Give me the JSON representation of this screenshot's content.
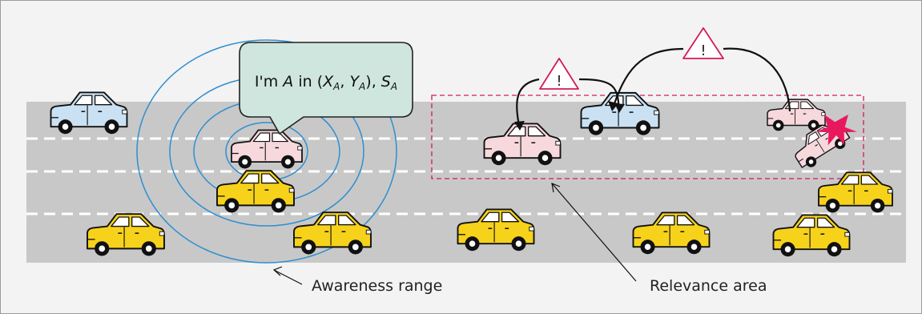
{
  "colors": {
    "road": "#c8c8c9",
    "lane_marking": "#ffffff",
    "range_rings": "#2f8fce",
    "relevance_border": "#d6185a",
    "bubble_fill": "#cfe6de",
    "warning_border": "#d6185a",
    "crash_star": "#e8185f",
    "car_pink": "#f7d8dd",
    "car_blue": "#c9e1f3",
    "car_yellow": "#f7d21b"
  },
  "bubble": {
    "prefix": "I'm ",
    "name": "A",
    "middle": " in (",
    "x": "X",
    "x_sub": "A",
    "sep": ", ",
    "y": "Y",
    "y_sub": "A",
    "close": "), ",
    "s": "S",
    "s_sub": "A"
  },
  "warning_symbol": "!",
  "labels": {
    "awareness": "Awareness range",
    "relevance": "Relevance area"
  },
  "icons": {
    "warning": "warning-triangle-icon",
    "crash": "collision-star-icon",
    "car": "car-icon"
  }
}
